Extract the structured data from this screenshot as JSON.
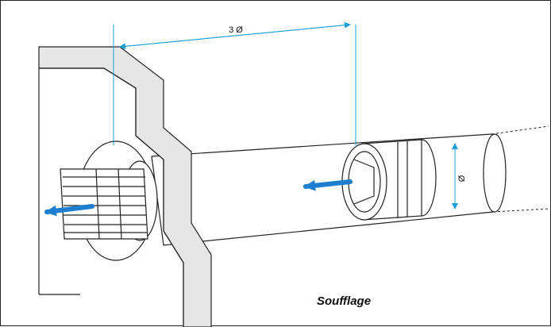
{
  "dimensions": {
    "horizontal_label": "3 Ø",
    "vertical_label": "Ø"
  },
  "caption": "Soufflage",
  "colors": {
    "dimension_line": "#1aa0d8",
    "airflow_arrow": "#1e7fd1",
    "outline": "#222222",
    "wall_fill": "#e6e6e6"
  }
}
